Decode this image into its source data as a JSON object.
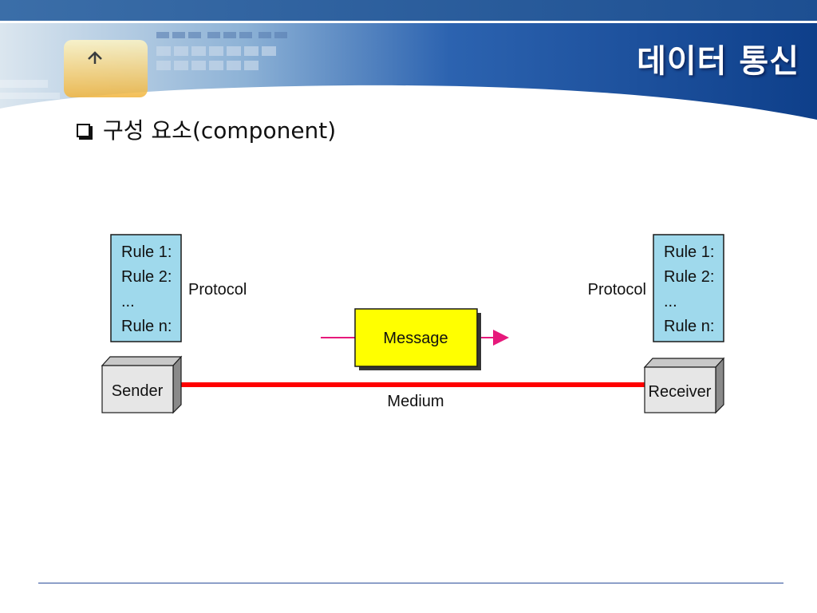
{
  "slide": {
    "title": "데이터 통신",
    "bullet": "구성 요소(component)"
  },
  "diagram": {
    "sender_rules": [
      "Rule 1:",
      "Rule 2:",
      "...",
      "Rule n:"
    ],
    "receiver_rules": [
      "Rule 1:",
      "Rule 2:",
      "...",
      "Rule n:"
    ],
    "sender_protocol_label": "Protocol",
    "receiver_protocol_label": "Protocol",
    "message_label": "Message",
    "sender_label": "Sender",
    "receiver_label": "Receiver",
    "medium_label": "Medium"
  },
  "colors": {
    "header_blue": "#1b4f9c",
    "rule_box_fill": "#9fd9ec",
    "message_fill": "#ffff00",
    "medium_line": "#ff0000",
    "arrow_magenta": "#e6197b",
    "device_fill": "#e6e6e6",
    "device_side": "#8a8a8a"
  }
}
